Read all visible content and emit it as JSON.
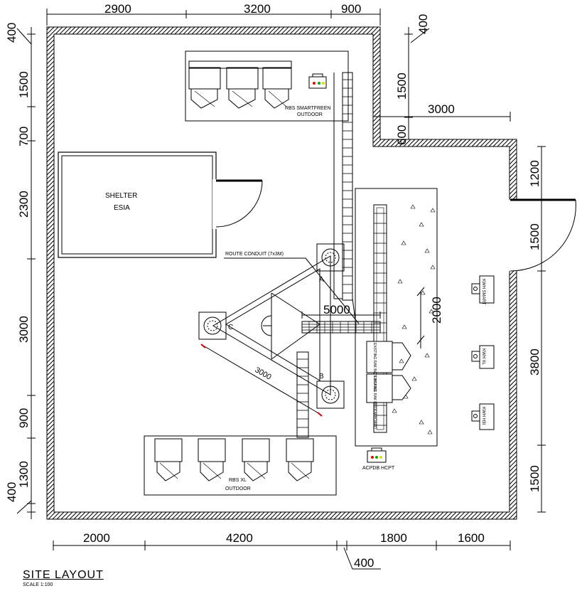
{
  "dimensions": {
    "top": [
      "2900",
      "3200",
      "900"
    ],
    "left": [
      "400",
      "1500",
      "700",
      "2300",
      "3000",
      "900",
      "1300",
      "400"
    ],
    "bottom": [
      "2000",
      "4200",
      "1800",
      "1600"
    ],
    "bottom_extra": "400",
    "right_top": [
      "400",
      "1500",
      "600"
    ],
    "right_notch": "3000",
    "right": [
      "1200",
      "1500",
      "3800",
      "1500"
    ],
    "conduit_span": "5000",
    "pad_height": "2000",
    "tower_side": "3000"
  },
  "labels": {
    "shelter_line1": "SHELTER",
    "shelter_line2": "ESIA",
    "route_conduit": "ROUTE CONDUIT (7x3M)",
    "rbs_smart_line1": "RBS SMARTFREEN",
    "rbs_smart_line2": "OUTDOOR",
    "rbs_xl_line1": "RBS XL",
    "rbs_xl_line2": "OUTDOOR",
    "acpdb": "ACPDB HCPT",
    "kwh_smart": "KWH SMART",
    "kwh_xl": "KWH XL",
    "kwh_h3i": "KWH H3I",
    "leg_a": "A",
    "leg_b": "B",
    "leg_c": "C",
    "panel_1": "EXISTING RAK BATT BOARD",
    "panel_2": "EXISTING RAK MODEM BOARD"
  },
  "title": {
    "main": "SITE LAYOUT",
    "scale": "SCALE 1:100"
  }
}
